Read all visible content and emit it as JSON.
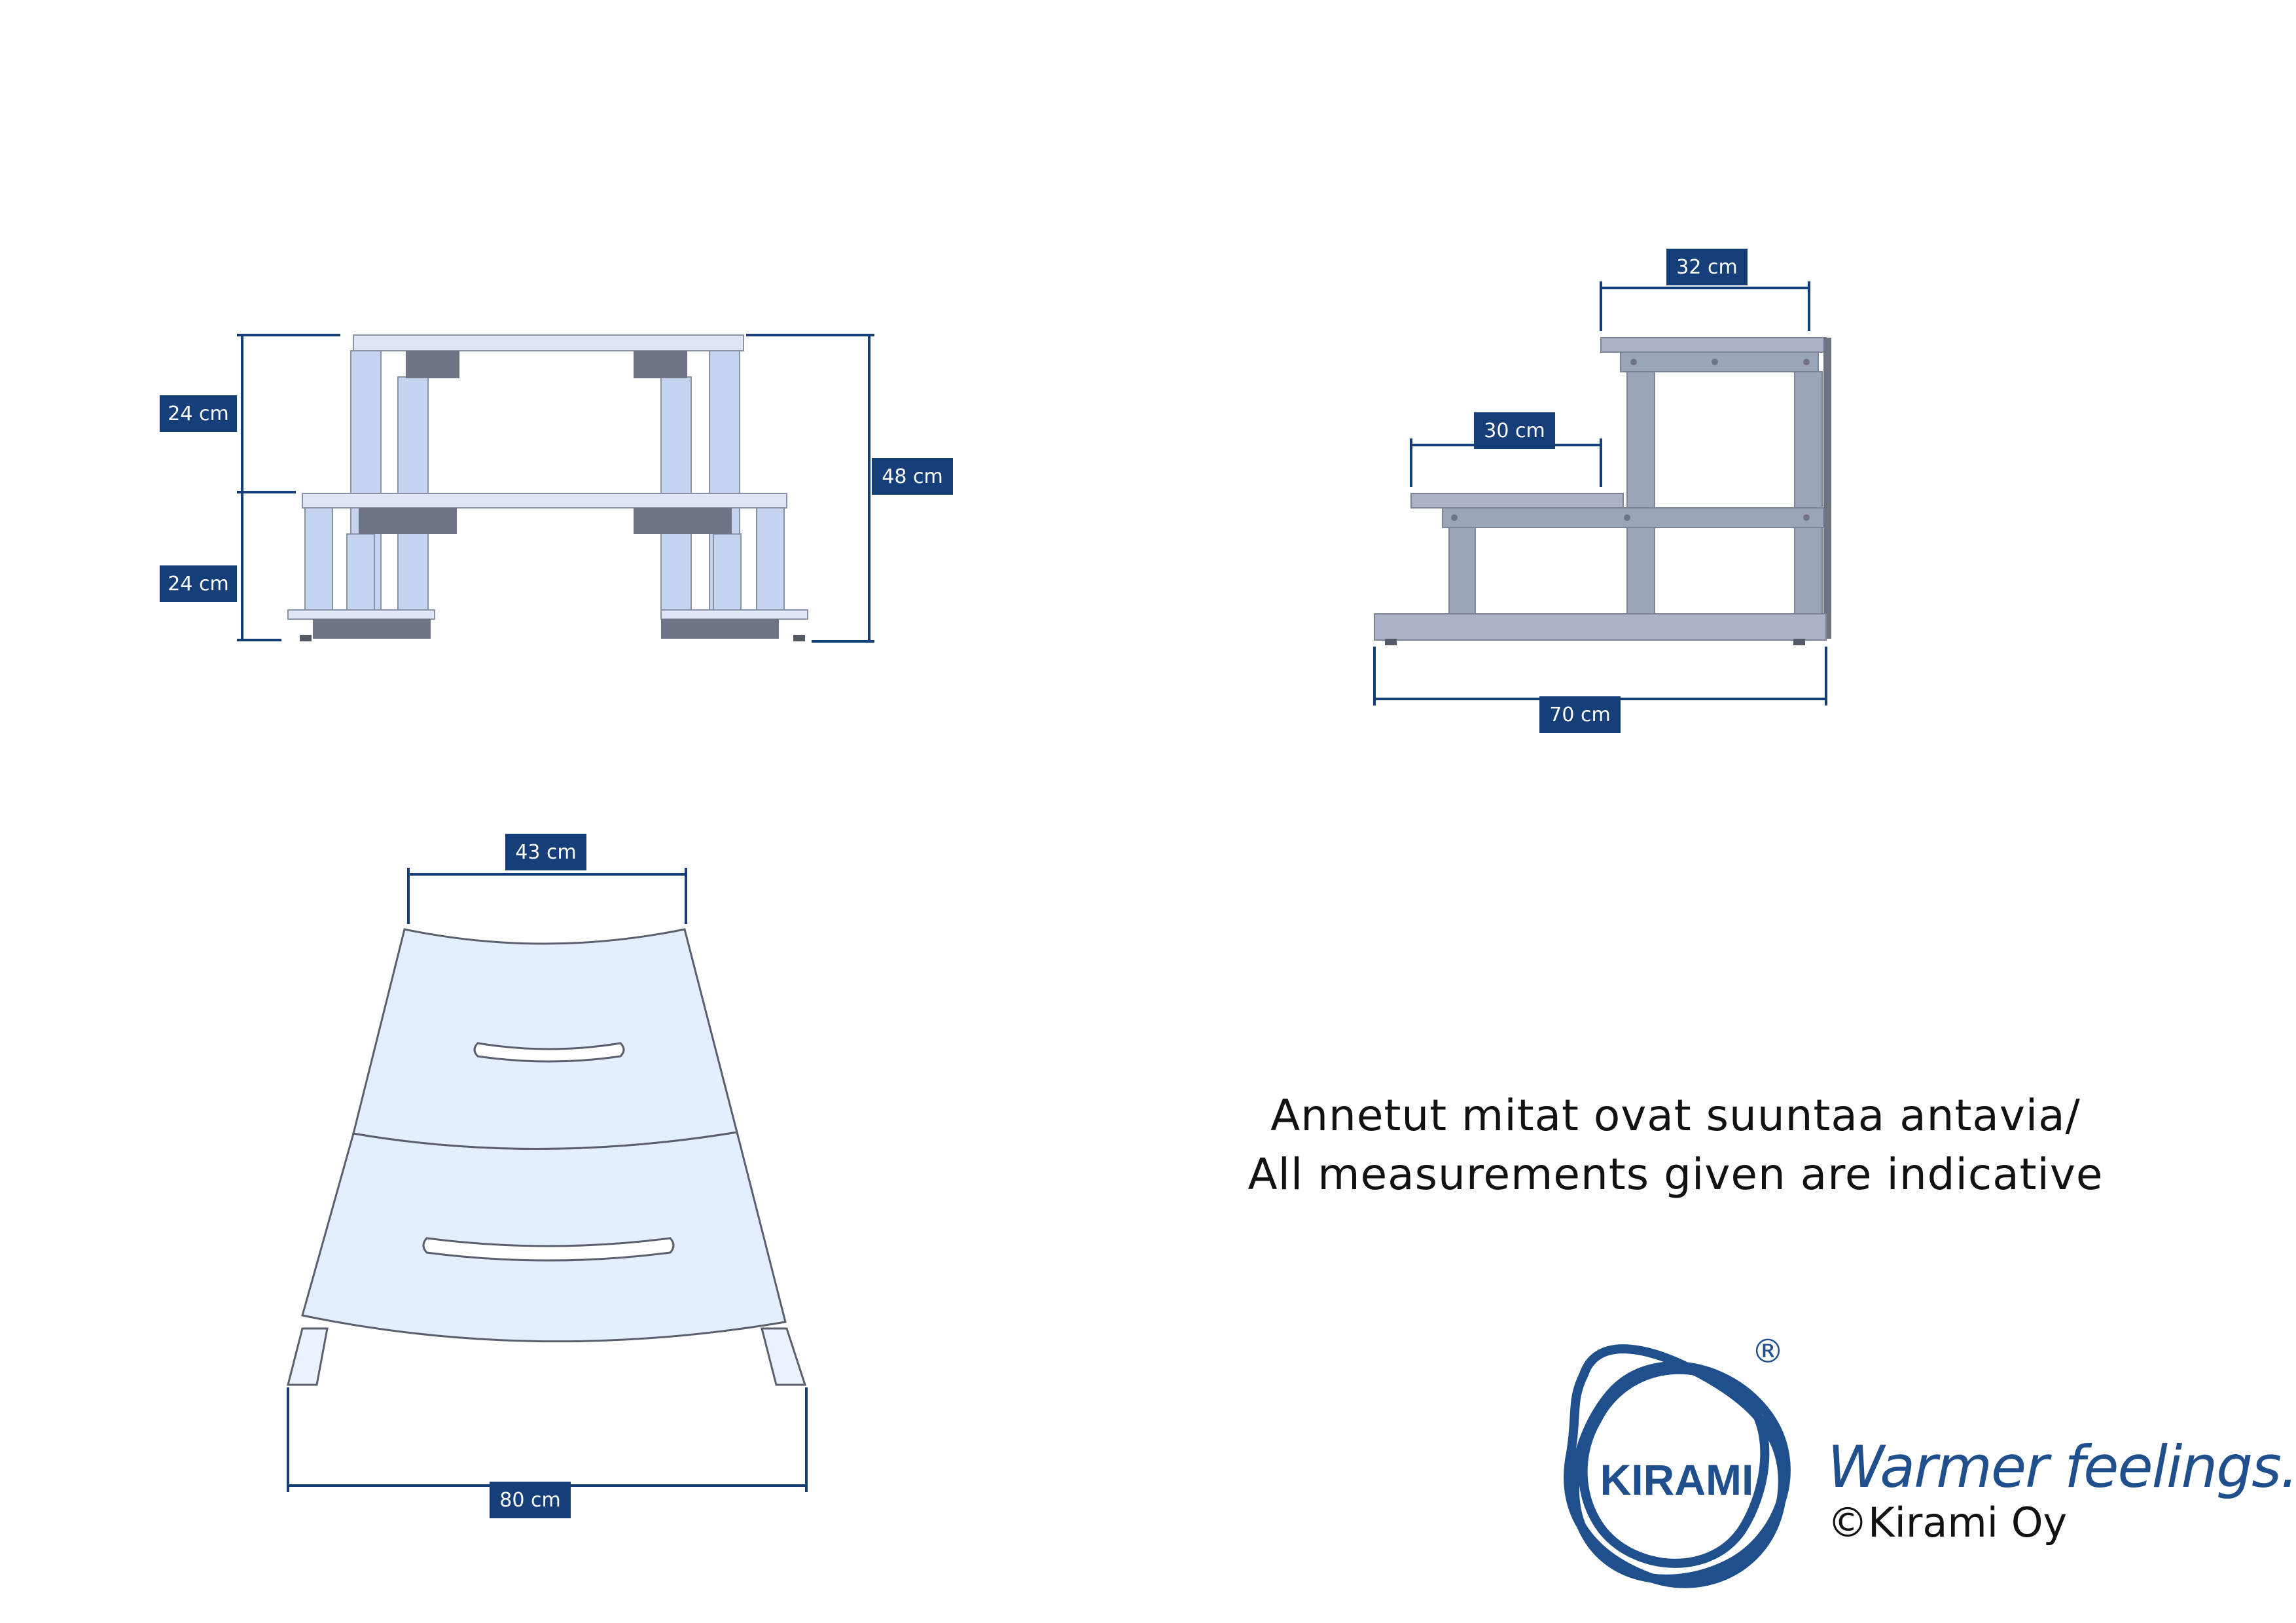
{
  "front_view": {
    "dim_lower_height": "24 cm",
    "dim_upper_height": "24 cm",
    "dim_total_height": "48 cm"
  },
  "side_view": {
    "dim_upper_step_depth": "32 cm",
    "dim_lower_step_depth": "30 cm",
    "dim_total_depth": "70 cm"
  },
  "top_view": {
    "dim_top_width": "43 cm",
    "dim_bottom_width": "80 cm"
  },
  "disclaimer": {
    "line1": "Annetut mitat ovat suuntaa antavia/",
    "line2": "All measurements given are indicative"
  },
  "brand": {
    "logo_text": "KIRAMI",
    "registered_mark": "®",
    "tagline": "Warmer feelings.",
    "copyright": "©Kirami Oy"
  },
  "colors": {
    "dimension_blue": "#163f7a",
    "brand_blue": "#1f4f8c",
    "bench_fill": "#c6d3ef",
    "bracket_grey": "#6f7485",
    "side_grey": "#9ba5b8",
    "top_fill": "#e3efff"
  }
}
